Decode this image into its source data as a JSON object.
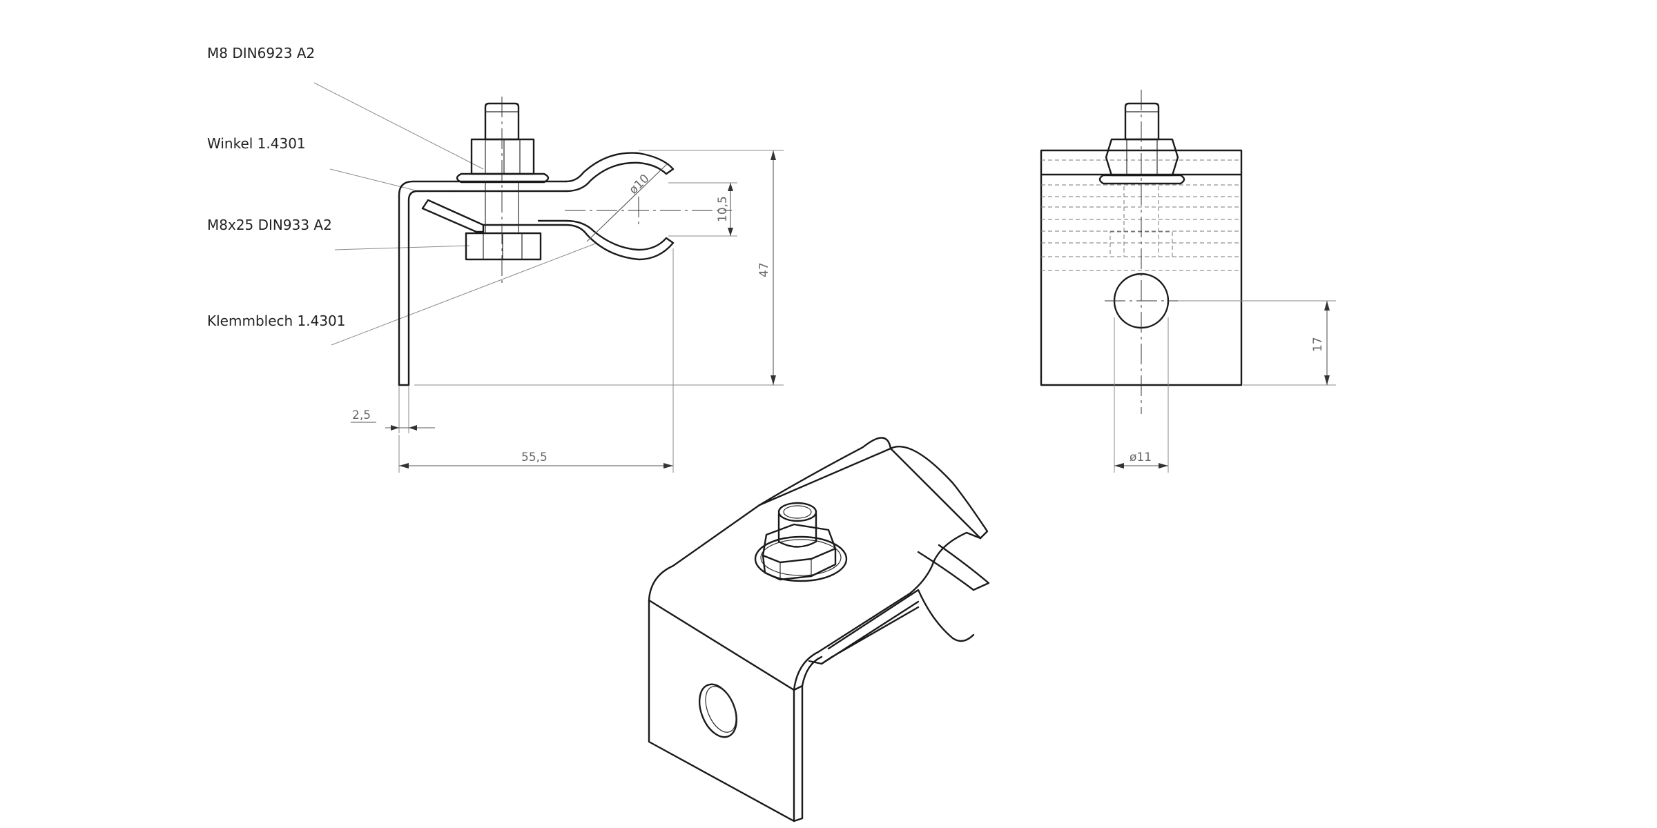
{
  "labels": {
    "washer_nut": "M8 DIN6923 A2",
    "angle": "Winkel  1.4301",
    "bolt": "M8x25 DIN933 A2",
    "clamp_plate": "Klemmblech  1.4301"
  },
  "dimensions": {
    "clamp_diameter": "ø10",
    "gap": "10,5",
    "height": "47",
    "thickness": "2,5",
    "length": "55,5",
    "hole_height": "17",
    "hole_diameter": "ø11"
  }
}
